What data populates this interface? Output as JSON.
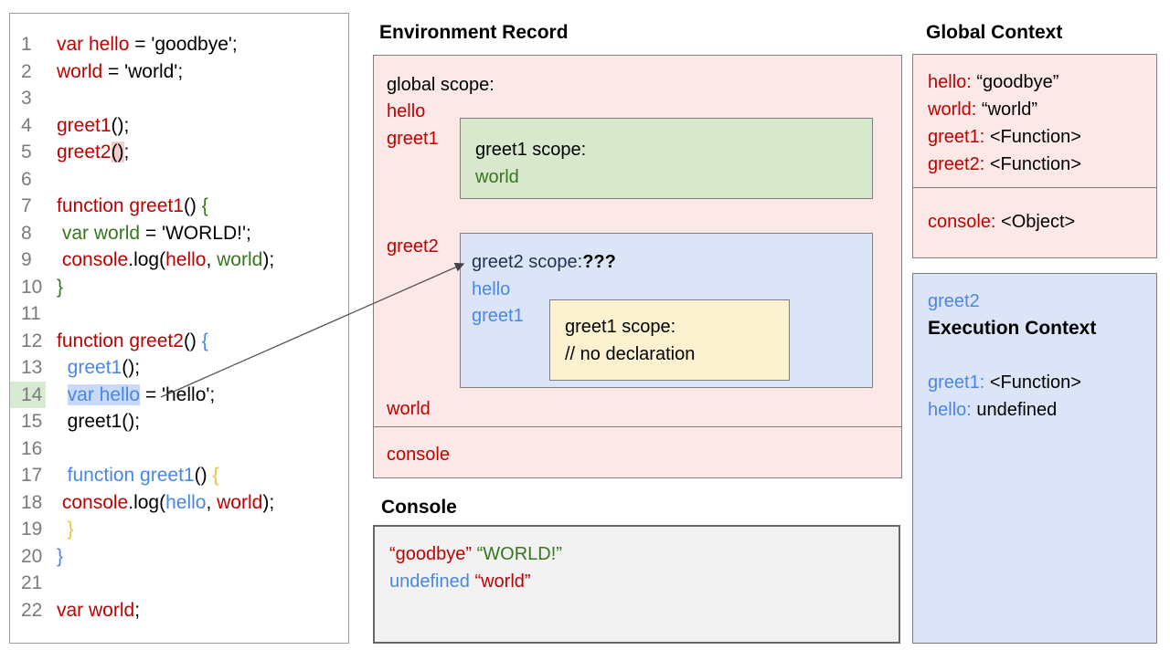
{
  "titles": {
    "environment_record": "Environment Record",
    "console": "Console",
    "global_context": "Global Context"
  },
  "code_panel": {
    "lines": [
      {
        "num": "1",
        "tokens": [
          {
            "t": "var hello",
            "c": "red"
          },
          {
            "t": " = 'goodbye';",
            "c": "blk"
          }
        ]
      },
      {
        "num": "2",
        "tokens": [
          {
            "t": "world",
            "c": "red"
          },
          {
            "t": " = 'world';",
            "c": "blk"
          }
        ]
      },
      {
        "num": "3",
        "tokens": []
      },
      {
        "num": "4",
        "tokens": [
          {
            "t": "greet1",
            "c": "red"
          },
          {
            "t": "();",
            "c": "blk"
          }
        ]
      },
      {
        "num": "5",
        "tokens": [
          {
            "t": "greet2",
            "c": "red"
          },
          {
            "t": "()",
            "c": "blk",
            "h": "pink"
          },
          {
            "t": ";",
            "c": "blk"
          }
        ]
      },
      {
        "num": "6",
        "tokens": []
      },
      {
        "num": "7",
        "tokens": [
          {
            "t": "function greet1",
            "c": "red"
          },
          {
            "t": "() ",
            "c": "blk"
          },
          {
            "t": "{",
            "c": "green"
          }
        ]
      },
      {
        "num": "8",
        "tokens": [
          {
            "t": " ",
            "c": "blk"
          },
          {
            "t": "var world",
            "c": "green"
          },
          {
            "t": " = 'WORLD!';",
            "c": "blk"
          }
        ]
      },
      {
        "num": "9",
        "tokens": [
          {
            "t": " ",
            "c": "blk"
          },
          {
            "t": "console",
            "c": "red"
          },
          {
            "t": ".log(",
            "c": "blk"
          },
          {
            "t": "hello",
            "c": "red"
          },
          {
            "t": ", ",
            "c": "blk"
          },
          {
            "t": "world",
            "c": "green"
          },
          {
            "t": ");",
            "c": "blk"
          }
        ]
      },
      {
        "num": "10",
        "tokens": [
          {
            "t": "}",
            "c": "green"
          }
        ]
      },
      {
        "num": "11",
        "tokens": []
      },
      {
        "num": "12",
        "tokens": [
          {
            "t": "function greet2",
            "c": "red"
          },
          {
            "t": "() ",
            "c": "blk"
          },
          {
            "t": "{",
            "c": "blue"
          }
        ]
      },
      {
        "num": "13",
        "tokens": [
          {
            "t": "  ",
            "c": "blk"
          },
          {
            "t": "greet1",
            "c": "blue"
          },
          {
            "t": "();",
            "c": "blk"
          }
        ]
      },
      {
        "num": "14",
        "numh": true,
        "tokens": [
          {
            "t": "  ",
            "c": "blk"
          },
          {
            "t": "var hello",
            "c": "blue",
            "h": "blue"
          },
          {
            "t": " = 'hello';",
            "c": "blk"
          }
        ]
      },
      {
        "num": "15",
        "tokens": [
          {
            "t": "  ",
            "c": "blk"
          },
          {
            "t": "greet1();",
            "c": "blk"
          }
        ]
      },
      {
        "num": "16",
        "tokens": []
      },
      {
        "num": "17",
        "tokens": [
          {
            "t": "  ",
            "c": "blk"
          },
          {
            "t": "function greet1",
            "c": "blue"
          },
          {
            "t": "() ",
            "c": "blk"
          },
          {
            "t": "{",
            "c": "yellow"
          }
        ]
      },
      {
        "num": "18",
        "tokens": [
          {
            "t": " ",
            "c": "blk"
          },
          {
            "t": "console",
            "c": "red"
          },
          {
            "t": ".log(",
            "c": "blk"
          },
          {
            "t": "hello",
            "c": "blue"
          },
          {
            "t": ", ",
            "c": "blk"
          },
          {
            "t": "world",
            "c": "red"
          },
          {
            "t": ");",
            "c": "blk"
          }
        ]
      },
      {
        "num": "19",
        "tokens": [
          {
            "t": "  ",
            "c": "blk"
          },
          {
            "t": "}",
            "c": "yellow"
          }
        ]
      },
      {
        "num": "20",
        "tokens": [
          {
            "t": "}",
            "c": "blue"
          }
        ]
      },
      {
        "num": "21",
        "tokens": []
      },
      {
        "num": "22",
        "tokens": [
          {
            "t": "var world",
            "c": "red"
          },
          {
            "t": ";",
            "c": "blk"
          }
        ]
      }
    ]
  },
  "environment_record": {
    "global_scope_label": "global scope:",
    "hello": "hello",
    "greet1": "greet1",
    "greet2": "greet2",
    "world": "world",
    "console_label": "console",
    "greet1_box": {
      "title": "greet1 scope:",
      "var_world": "world"
    },
    "greet2_box": {
      "title": "greet2 scope:",
      "unknown": "???",
      "var_hello": "hello",
      "var_greet1": "greet1",
      "inner_greet1_box": {
        "title": "greet1 scope:",
        "comment": "// no declaration"
      }
    }
  },
  "console_output": {
    "lines": [
      [
        {
          "t": "“goodbye”",
          "c": "red"
        },
        {
          "t": " ",
          "c": "blk"
        },
        {
          "t": "“WORLD!”",
          "c": "green"
        }
      ],
      [
        {
          "t": "undefined",
          "c": "blue"
        },
        {
          "t": " ",
          "c": "blk"
        },
        {
          "t": "“world”",
          "c": "red"
        }
      ]
    ]
  },
  "global_context": {
    "entries": [
      {
        "key": "hello:",
        "value": " “goodbye”"
      },
      {
        "key": "world:",
        "value": " “world”"
      },
      {
        "key": "greet1:",
        "value": " <Function>"
      },
      {
        "key": "greet2:",
        "value": " <Function>"
      }
    ],
    "console_entry": {
      "key": "console:",
      "value": " <Object>"
    }
  },
  "execution_context": {
    "name": "greet2",
    "subtitle": "Execution Context",
    "entries": [
      {
        "key": "greet1:",
        "value": " <Function>"
      },
      {
        "key": "hello:",
        "value": " undefined"
      }
    ]
  }
}
